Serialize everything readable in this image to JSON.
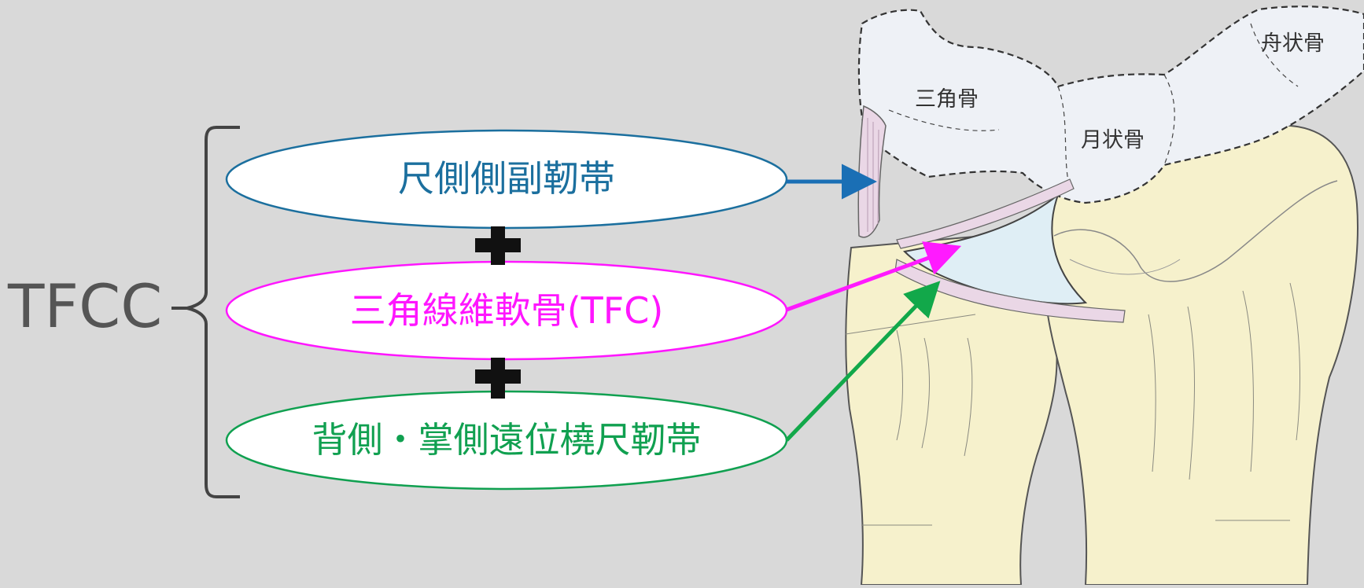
{
  "main_label": "TFCC",
  "components": [
    {
      "label": "尺側側副靭帯",
      "color": "#1b6f9e"
    },
    {
      "label": "三角線維軟骨(TFC)",
      "color": "#ff16ff"
    },
    {
      "label": "背側・掌側遠位橈尺靭帯",
      "color": "#10a050"
    }
  ],
  "operator_symbol": "+",
  "bones": {
    "triquetrum": "三角骨",
    "lunate": "月状骨",
    "scaphoid": "舟状骨"
  }
}
